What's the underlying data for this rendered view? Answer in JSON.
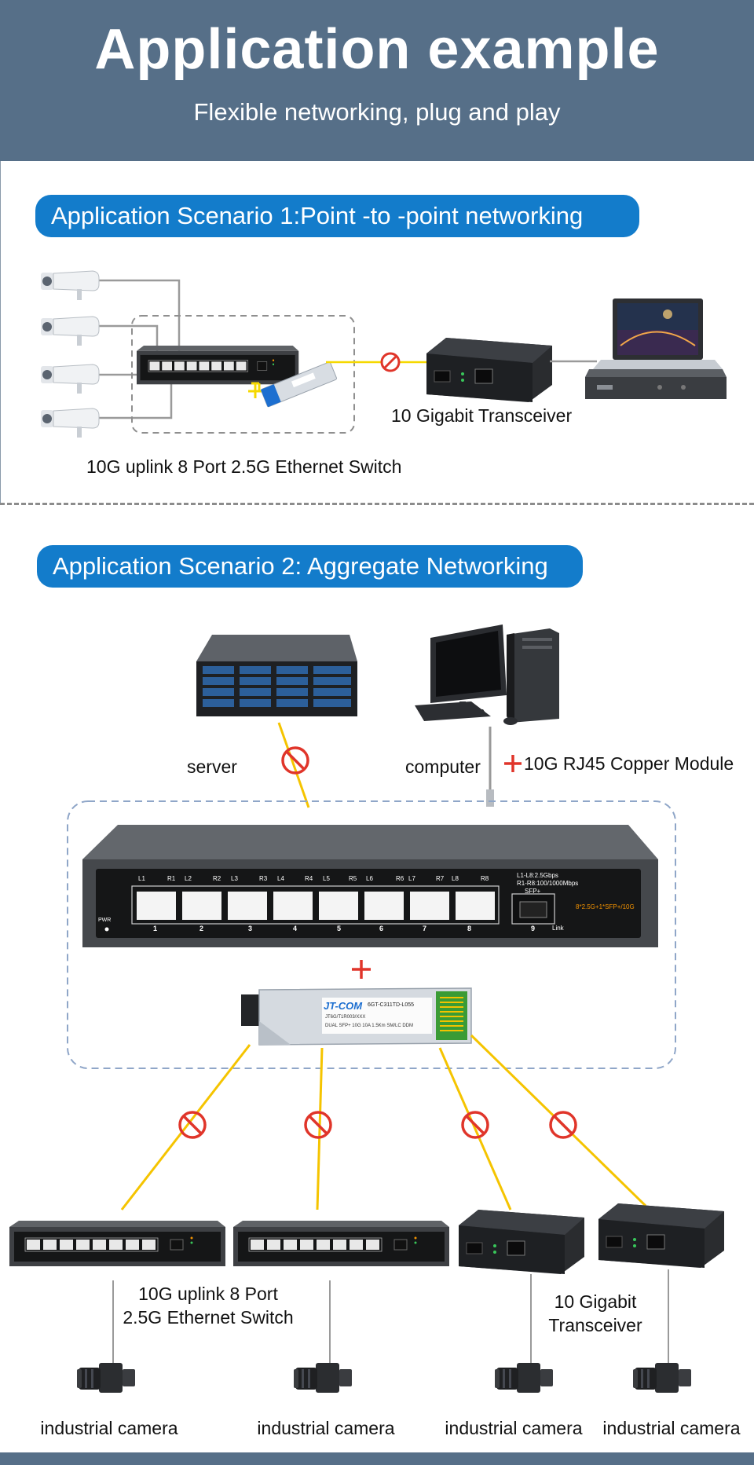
{
  "header": {
    "title": "Application example",
    "subtitle": "Flexible networking, plug and play"
  },
  "scenario1": {
    "heading": "Application Scenario 1:Point -to -point networking",
    "transceiver_label": "10 Gigabit Transceiver",
    "switch_label": "10G uplink 8 Port 2.5G Ethernet Switch"
  },
  "scenario2": {
    "heading": "Application Scenario 2: Aggregate Networking",
    "server_label": "server",
    "computer_label": "computer",
    "module_label": "10G RJ45 Copper Module",
    "switch_label_line1": "10G uplink 8 Port",
    "switch_label_line2": "2.5G Ethernet Switch",
    "transceiver_label_line1": "10 Gigabit",
    "transceiver_label_line2": "Transceiver",
    "camera_labels": [
      "industrial camera",
      "industrial camera",
      "industrial camera",
      "industrial camera"
    ]
  },
  "switch_panel": {
    "port_labels": [
      "L1",
      "R1",
      "L2",
      "R2",
      "L3",
      "R3",
      "L4",
      "R4",
      "L5",
      "R5",
      "L6",
      "R6",
      "L7",
      "R7",
      "L8",
      "R8"
    ],
    "port_numbers": [
      "1",
      "2",
      "3",
      "4",
      "5",
      "6",
      "7",
      "8"
    ],
    "legend_line1": "L1-L8:2.5Gbps",
    "legend_line2": "R1-R8:100/1000Mbps",
    "sfp_label": "SFP+",
    "sfp_number": "9",
    "link_label": "Link",
    "pwr_label": "PWR",
    "model_text": "8*2.5G+1*SFP+/10G"
  },
  "sfp_module": {
    "brand": "JT-COM",
    "model": "6GT-C311TD-L055",
    "line2": "JT6G/T1R003/XXX",
    "line3": "DUAL  SFP+  10G  10A   1.5Km  SM/LC DDM"
  },
  "colors": {
    "header_bg": "#566f88",
    "pill_bg": "#137ccb",
    "fiber": "#f5c400",
    "no_symbol": "#e0352a",
    "plus": "#e0352a",
    "dashed_box": "#8fa6c8"
  }
}
